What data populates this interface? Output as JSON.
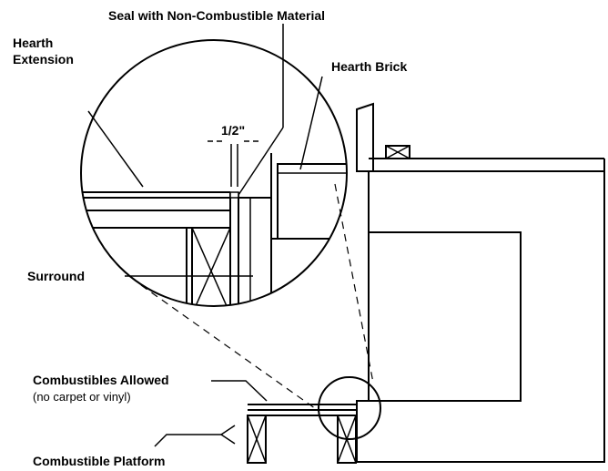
{
  "labels": {
    "seal": "Seal with Non-Combustible Material",
    "hearth_extension_1": "Hearth",
    "hearth_extension_2": "Extension",
    "hearth_brick": "Hearth Brick",
    "gap": "1/2\"",
    "surround": "Surround",
    "combustibles_allowed": "Combustibles Allowed",
    "combustibles_note": "(no carpet or vinyl)",
    "combustible_platform": "Combustible Platform"
  },
  "colors": {
    "stroke": "#000000",
    "background": "#ffffff"
  }
}
